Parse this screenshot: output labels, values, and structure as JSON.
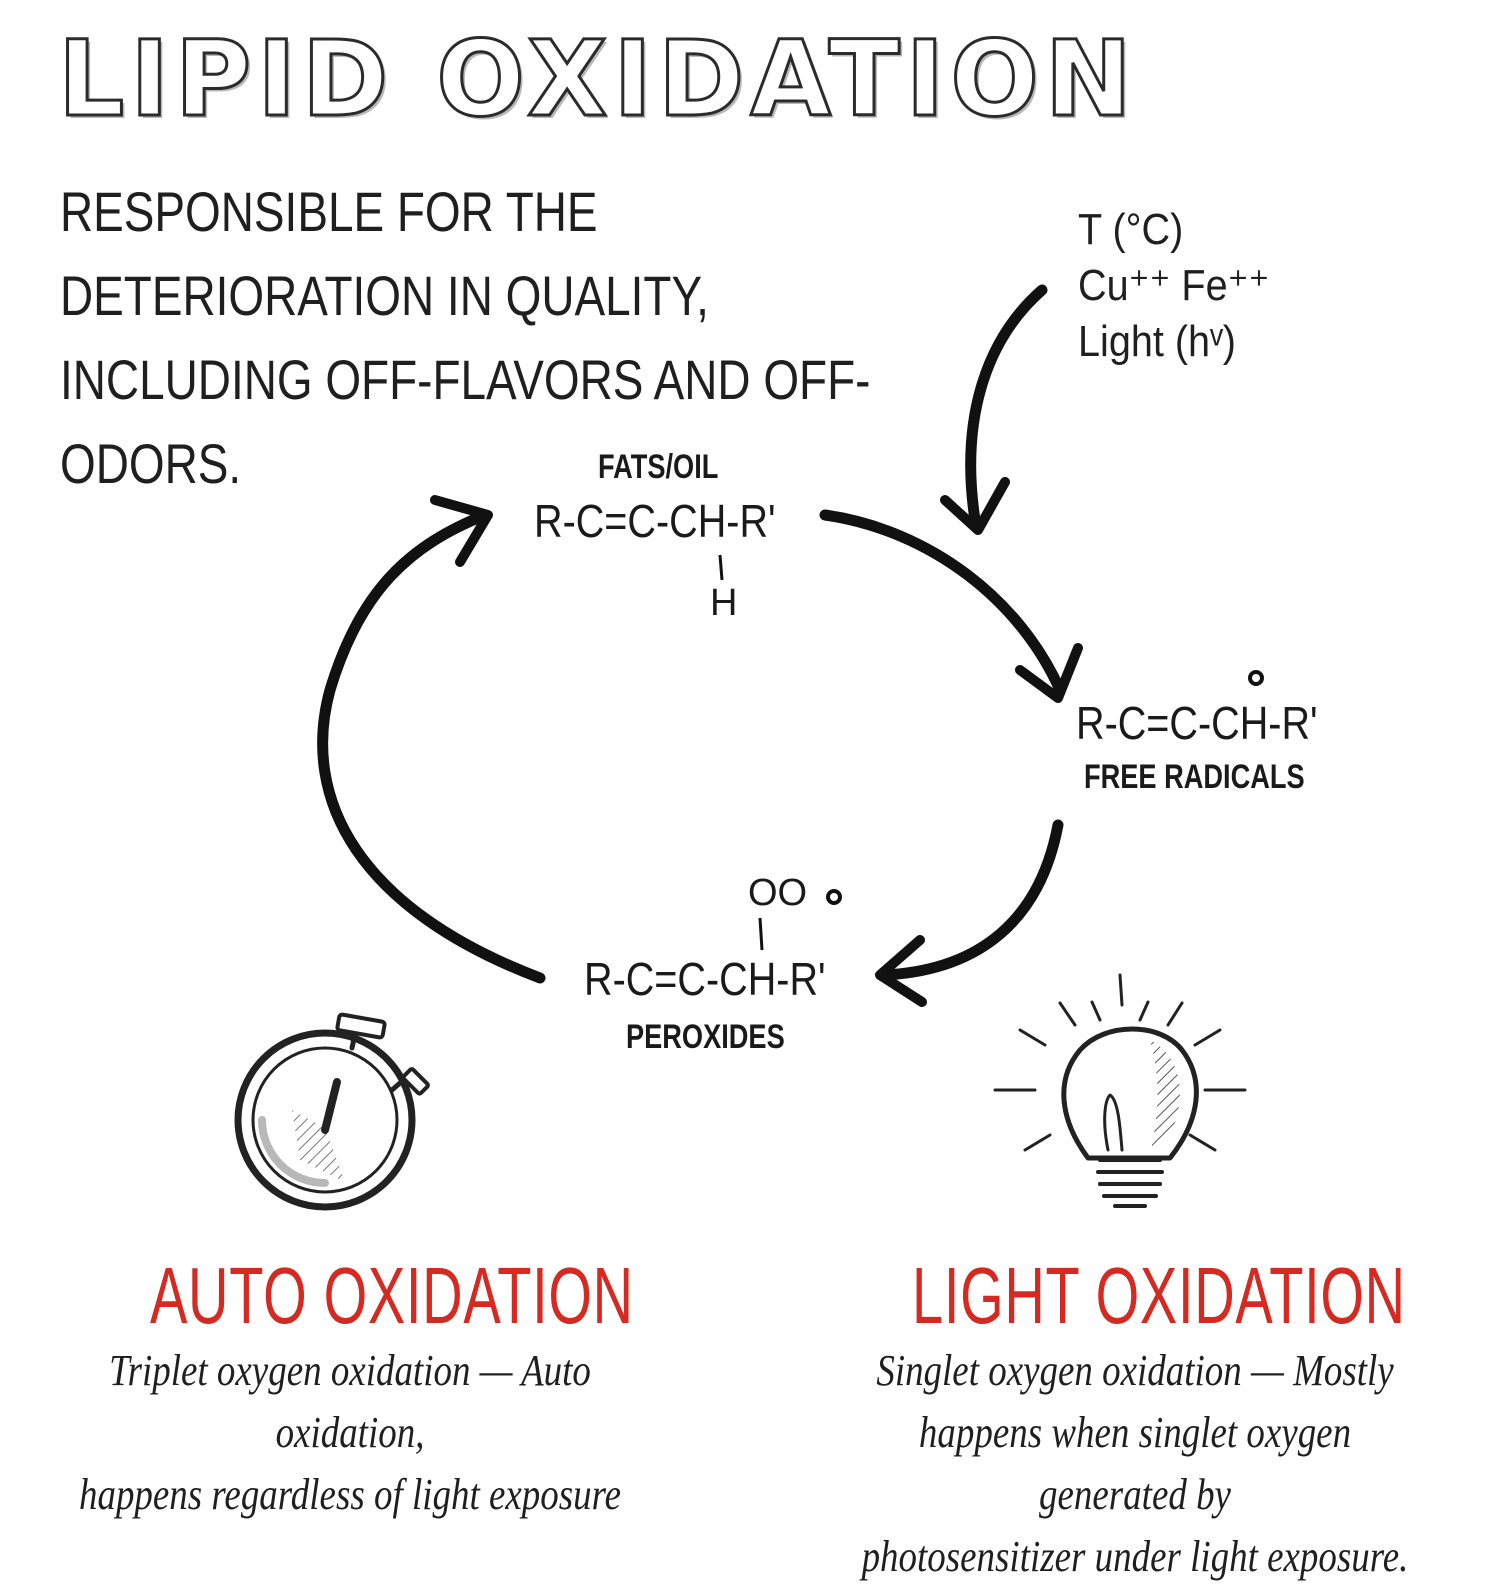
{
  "title": "LIPID OXIDATION",
  "intro": "RESPONSIBLE FOR THE DETERIORATION IN QUALITY, INCLUDING OFF-FLAVORS AND OFF-ODORS.",
  "catalysts": {
    "line1": "T (°C)",
    "line2": "Cu⁺⁺ Fe⁺⁺",
    "line3": "Light (hᵛ)"
  },
  "cycle": {
    "fats": {
      "label": "FATS/OIL",
      "formula": "R-C=C-CH-R'",
      "substituent": "H"
    },
    "radicals": {
      "formula": "R-C=C-CH-R'",
      "label": "FREE RADICALS"
    },
    "peroxides": {
      "substituent": "OO",
      "formula": "R-C=C-CH-R'",
      "label": "PEROXIDES"
    }
  },
  "auto": {
    "heading": "AUTO OXIDATION",
    "line1": "Triplet oxygen oxidation — Auto oxidation,",
    "line2": "happens regardless of light exposure"
  },
  "light": {
    "heading": "LIGHT OXIDATION",
    "line1": "Singlet oxygen oxidation — Mostly",
    "line2": "happens when singlet oxygen generated by",
    "line3": "photosensitizer under light exposure."
  },
  "colors": {
    "accent": "#d42a22",
    "ink": "#1a1a1a"
  },
  "icons": [
    "stopwatch-icon",
    "light-bulb-icon",
    "cycle-arrows"
  ]
}
